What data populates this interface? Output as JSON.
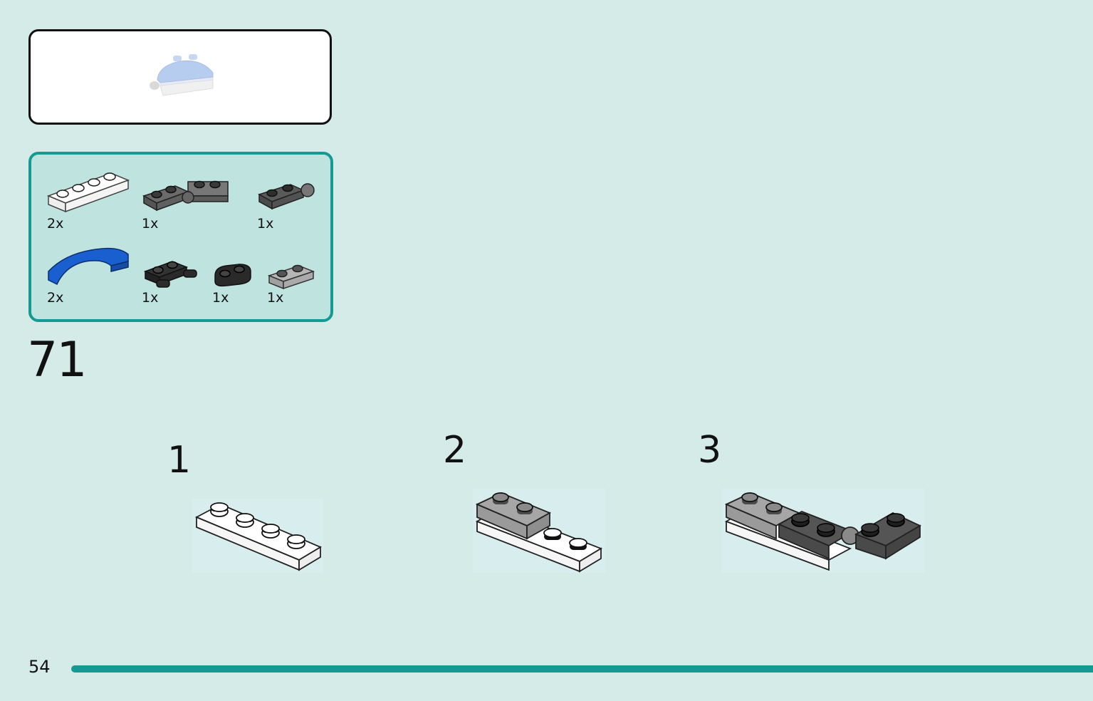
{
  "step": {
    "number": "71"
  },
  "parts": [
    {
      "icon": "white-1x4-plate-icon",
      "qty": "2x"
    },
    {
      "icon": "dark-gray-hinge-plate-icon",
      "qty": "1x"
    },
    {
      "icon": "dark-gray-plate-with-ball-icon",
      "qty": "1x"
    },
    {
      "icon": "blue-curved-slope-icon",
      "qty": "2x"
    },
    {
      "icon": "black-plate-with-clips-icon",
      "qty": "1x"
    },
    {
      "icon": "black-rounded-plate-icon",
      "qty": "1x"
    },
    {
      "icon": "light-gray-1x2-plate-icon",
      "qty": "1x"
    }
  ],
  "substeps": [
    {
      "number": "1"
    },
    {
      "number": "2"
    },
    {
      "number": "3"
    }
  ],
  "page": {
    "number": "54"
  },
  "colors": {
    "background": "#d5ebe8",
    "accent": "#149a92",
    "parts_panel": "#bfe3df"
  }
}
